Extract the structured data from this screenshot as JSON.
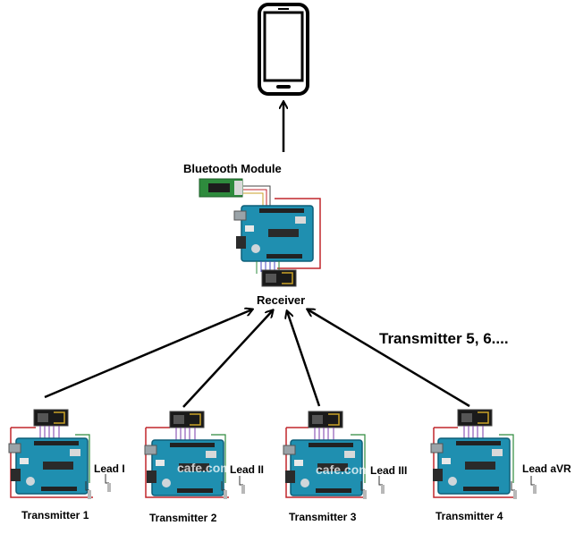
{
  "diagram": {
    "bluetooth_label": "Bluetooth Module",
    "receiver_label": "Receiver",
    "extra_transmitters_label": "Transmitter 5, 6....",
    "transmitters": [
      {
        "name": "Transmitter 1",
        "lead": "Lead I"
      },
      {
        "name": "Transmitter 2",
        "lead": "Lead II"
      },
      {
        "name": "Transmitter 3",
        "lead": "Lead III"
      },
      {
        "name": "Transmitter 4",
        "lead": "Lead aVR"
      }
    ],
    "watermark": "cafe.com",
    "board_color": "#1f8fb0",
    "wire_color": "#c0262c"
  }
}
